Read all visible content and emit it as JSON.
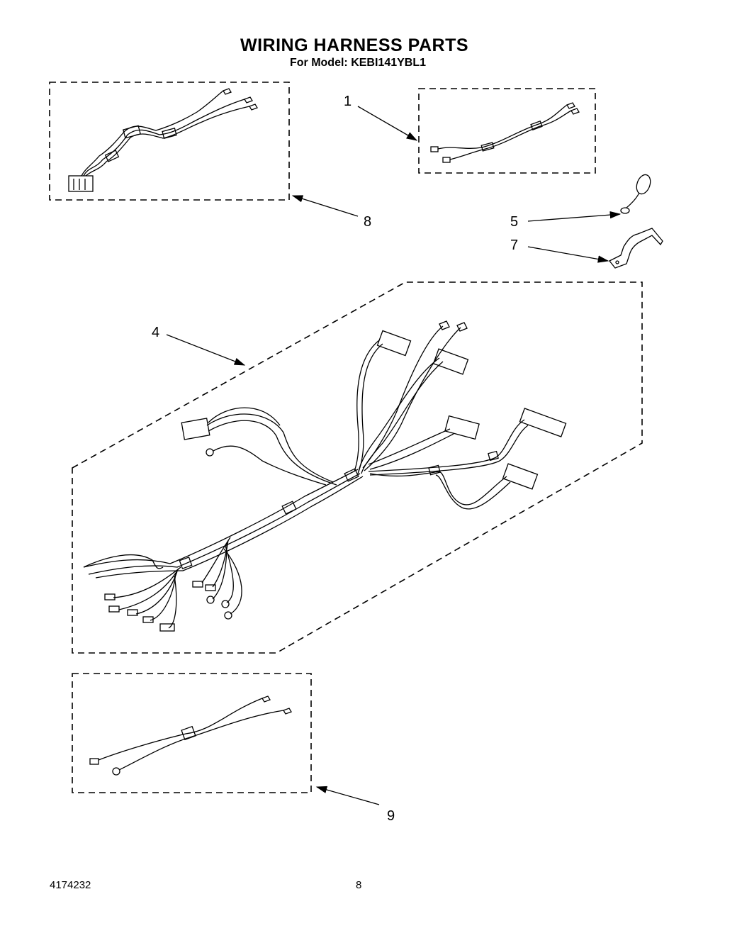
{
  "header": {
    "title": "WIRING HARNESS PARTS",
    "subtitle": "For Model: KEBI141YBL1"
  },
  "callouts": {
    "item_1": "1",
    "item_4": "4",
    "item_5": "5",
    "item_7": "7",
    "item_8": "8",
    "item_9": "9"
  },
  "footer": {
    "doc_number": "4174232",
    "page_number": "8"
  }
}
